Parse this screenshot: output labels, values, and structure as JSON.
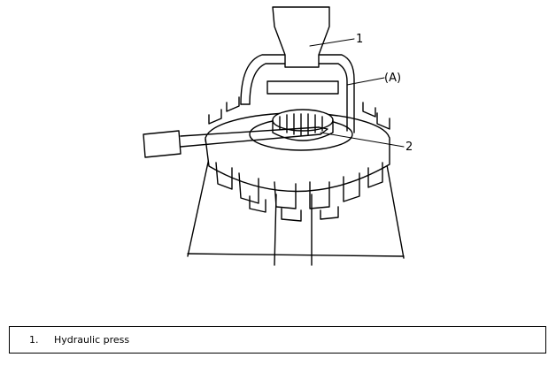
{
  "figure": {
    "callouts": {
      "c1": "1",
      "cA": "(A)",
      "c2": "2"
    }
  },
  "legend": {
    "items": [
      {
        "number": "1.",
        "text": "Hydraulic press"
      }
    ]
  }
}
